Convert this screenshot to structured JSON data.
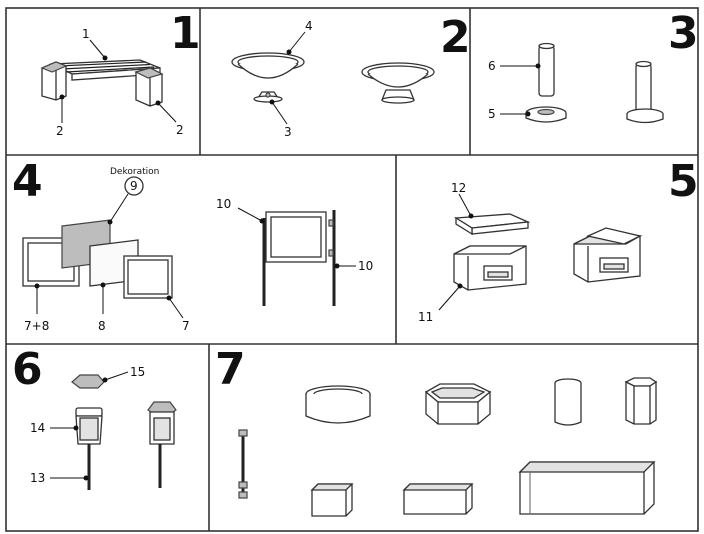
{
  "panels": [
    {
      "number": "1"
    },
    {
      "number": "2"
    },
    {
      "number": "3"
    },
    {
      "number": "4"
    },
    {
      "number": "5"
    },
    {
      "number": "6"
    },
    {
      "number": "7"
    }
  ],
  "callouts": {
    "c1": "1",
    "c2a": "2",
    "c2b": "2",
    "c4": "4",
    "c3": "3",
    "c6": "6",
    "c5": "5",
    "c9": "9",
    "c10a": "10",
    "c10b": "10",
    "c78": "7+8",
    "c8": "8",
    "c7": "7",
    "c12": "12",
    "c11": "11",
    "c15": "15",
    "c14": "14",
    "c13": "13"
  },
  "decoration_label": "Dekoration"
}
